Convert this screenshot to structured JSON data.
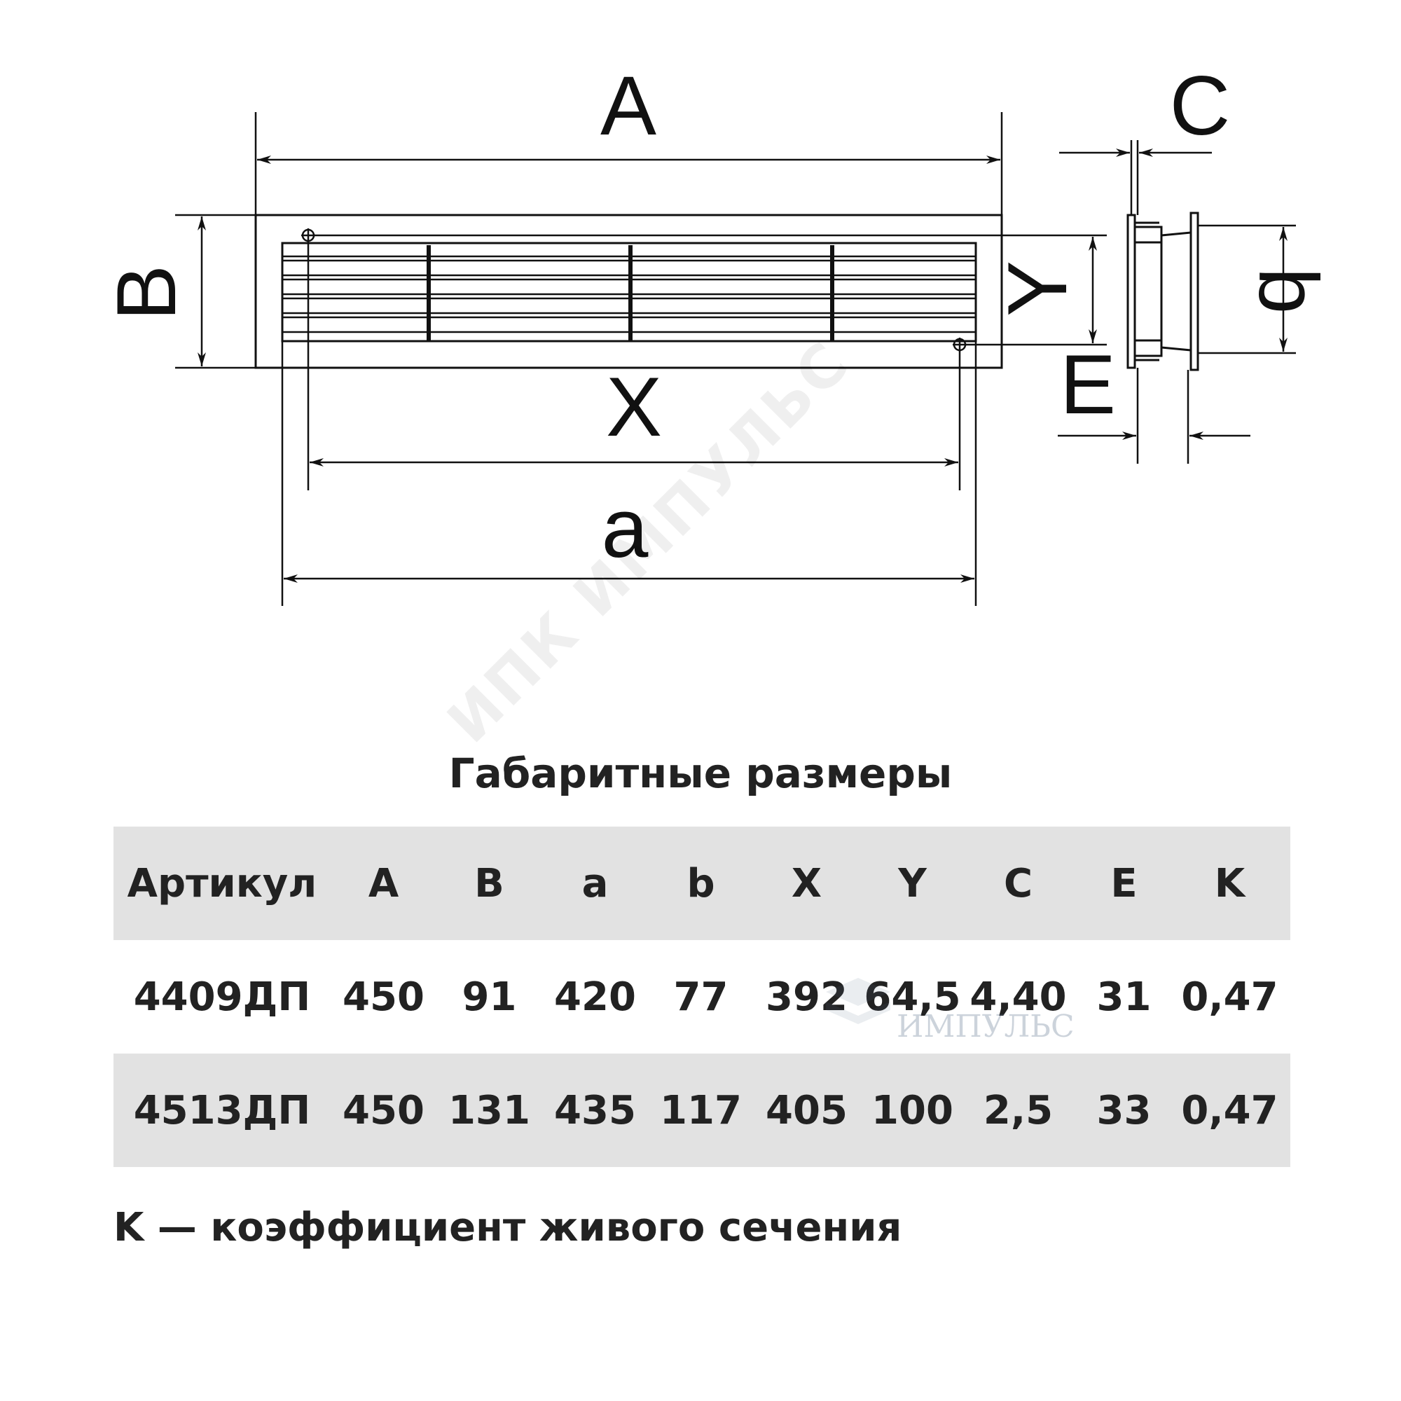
{
  "diagram": {
    "labels": {
      "A": "A",
      "B": "B",
      "C": "C",
      "E": "E",
      "X": "X",
      "Y": "Y",
      "a": "a",
      "b": "b"
    }
  },
  "watermark": {
    "diagonal_text": "ИПК ИМПУЛЬС",
    "logo_text": "ИМПУЛЬС"
  },
  "section_title": "Габаритные размеры",
  "table": {
    "headers": [
      "Артикул",
      "A",
      "B",
      "a",
      "b",
      "X",
      "Y",
      "C",
      "E",
      "K"
    ],
    "rows": [
      [
        "4409ДП",
        "450",
        "91",
        "420",
        "77",
        "392",
        "64,5",
        "4,40",
        "31",
        "0,47"
      ],
      [
        "4513ДП",
        "450",
        "131",
        "435",
        "117",
        "405",
        "100",
        "2,5",
        "33",
        "0,47"
      ]
    ]
  },
  "footnote": "K — коэффициент живого сечения"
}
